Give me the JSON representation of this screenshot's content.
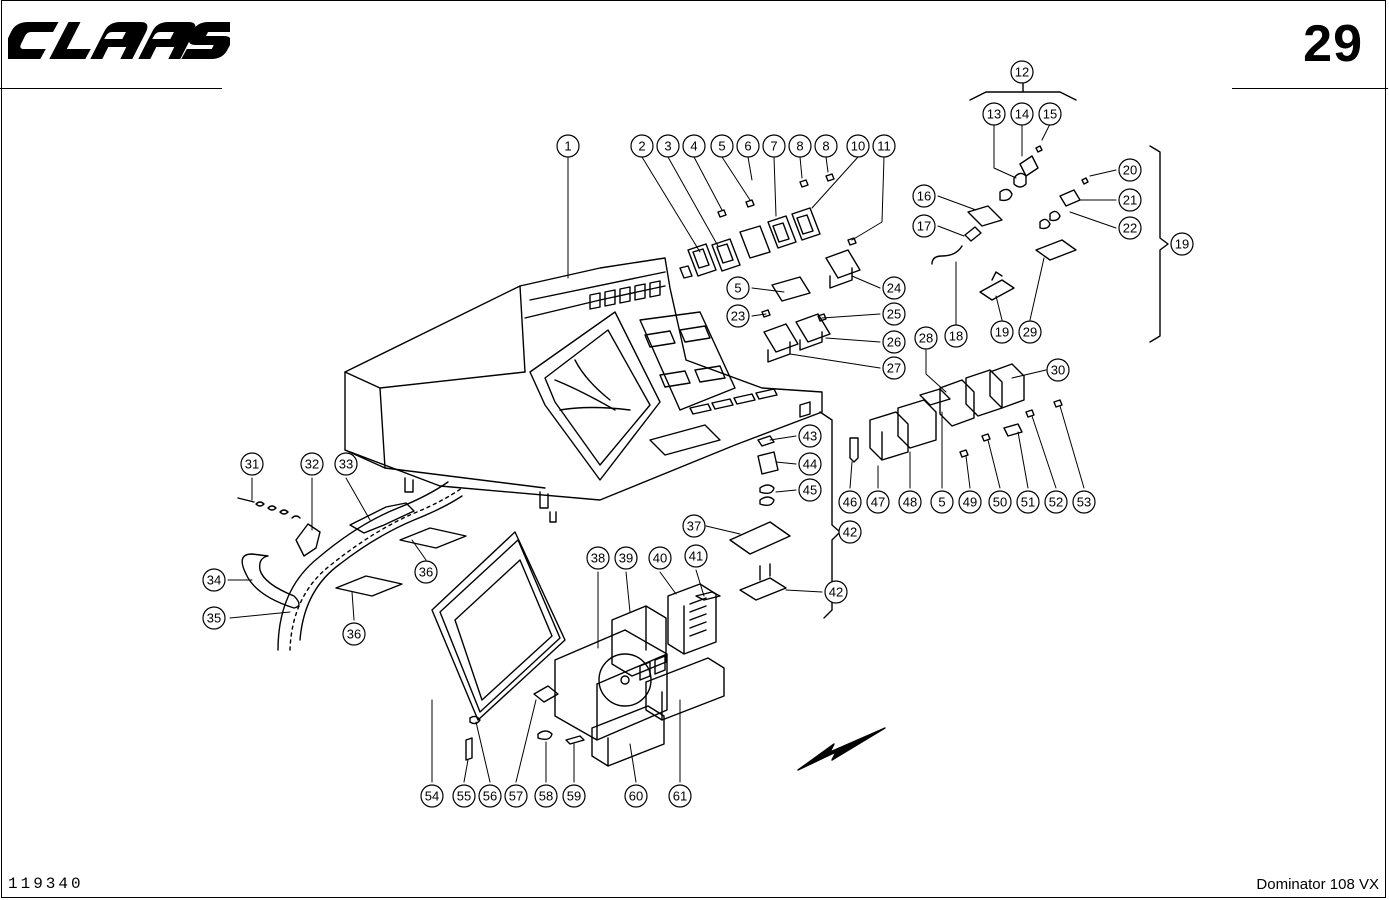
{
  "header": {
    "brand": "CLAAS",
    "page_number": "29"
  },
  "footer": {
    "document_code": "119340",
    "model": "Dominator 108 VX"
  },
  "callouts": [
    "1",
    "2",
    "3",
    "4",
    "5",
    "6",
    "7",
    "8",
    "8",
    "10",
    "11",
    "12",
    "13",
    "14",
    "15",
    "16",
    "17",
    "18",
    "19",
    "19",
    "20",
    "21",
    "22",
    "23",
    "24",
    "25",
    "26",
    "27",
    "28",
    "29",
    "30",
    "31",
    "32",
    "33",
    "34",
    "35",
    "36",
    "36",
    "37",
    "38",
    "39",
    "40",
    "41",
    "42",
    "42",
    "43",
    "44",
    "45",
    "46",
    "47",
    "48",
    "5",
    "5",
    "49",
    "50",
    "51",
    "52",
    "53",
    "54",
    "55",
    "56",
    "57",
    "58",
    "59",
    "60",
    "61"
  ]
}
